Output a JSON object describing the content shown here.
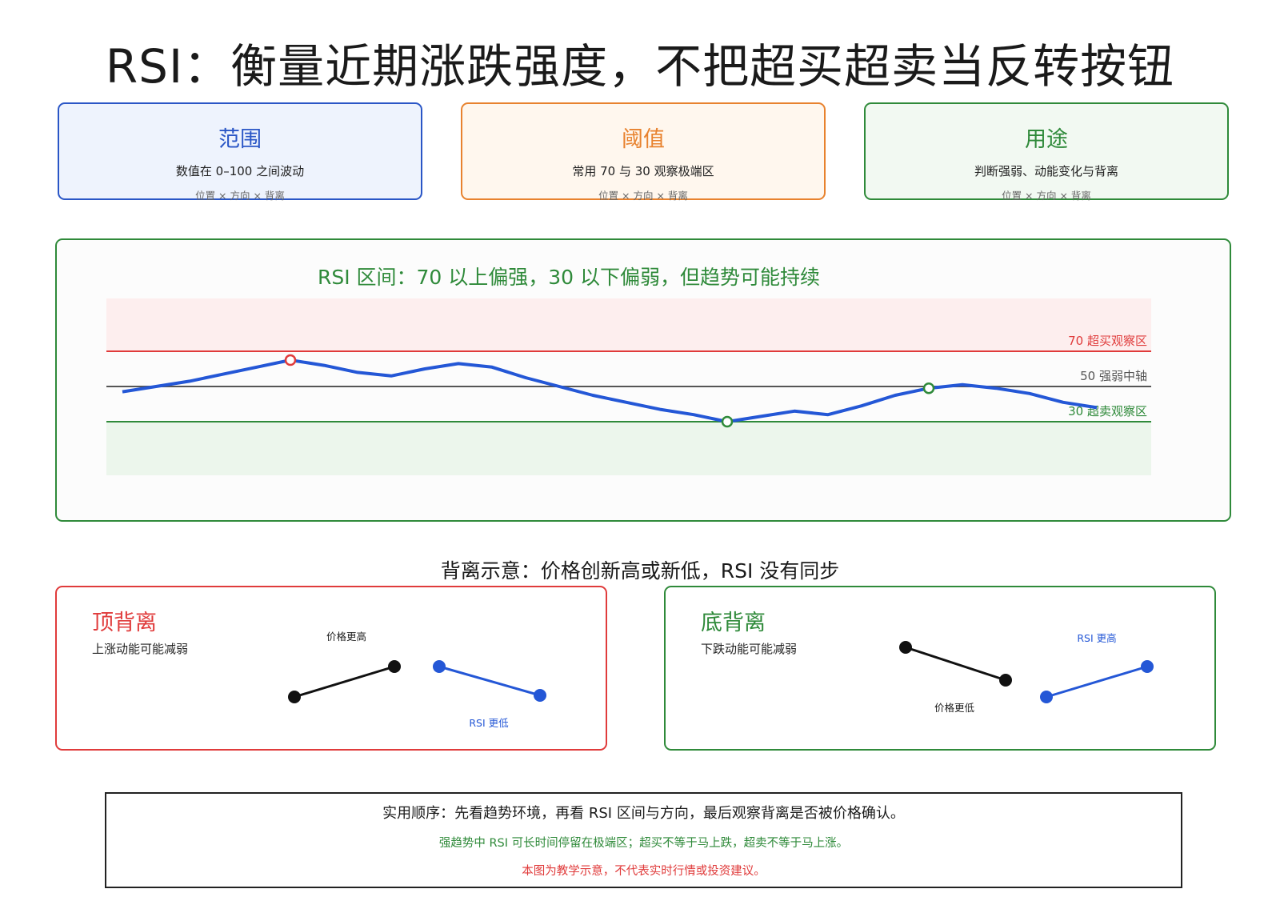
{
  "title": "RSI：衡量近期涨跌强度，不把超买超卖当反转按钮",
  "cards": [
    {
      "title": "范围",
      "desc": "数值在 0–100 之间波动",
      "sub": "位置 × 方向 × 背离"
    },
    {
      "title": "阈值",
      "desc": "常用 70 与 30 观察极端区",
      "sub": "位置 × 方向 × 背离"
    },
    {
      "title": "用途",
      "desc": "判断强弱、动能变化与背离",
      "sub": "位置 × 方向 × 背离"
    }
  ],
  "colors": {
    "blue": "#2a56c6",
    "orange": "#e8822e",
    "green": "#2f8a3a",
    "red": "#e03b3b",
    "line": "#2457d6"
  },
  "chart_data": {
    "type": "line",
    "title": "RSI 区间：70 以上偏强，30 以下偏弱，但趋势可能持续",
    "ylim": [
      20,
      85
    ],
    "x": [
      0,
      1,
      2,
      3,
      4,
      5,
      6,
      7,
      8,
      9,
      10,
      11,
      12,
      13,
      14,
      15,
      16,
      17,
      18,
      19,
      20,
      21,
      22,
      23,
      24,
      25,
      26,
      27,
      28,
      29
    ],
    "series": [
      {
        "values": [
          47,
          50,
          53,
          57,
          61,
          65,
          62,
          58,
          56,
          60,
          63,
          61,
          55,
          50,
          45,
          41,
          37,
          34,
          30,
          33,
          36,
          34,
          39,
          45,
          49,
          51,
          49,
          46,
          41,
          38
        ]
      }
    ],
    "levels": [
      {
        "value": 70,
        "label": "70 超买观察区"
      },
      {
        "value": 50,
        "label": "50 强弱中轴"
      },
      {
        "value": 30,
        "label": "30 超卖观察区"
      }
    ],
    "highlighted": [
      5,
      18,
      24
    ]
  },
  "divergence": {
    "heading": "背离示意：价格创新高或新低，RSI 没有同步",
    "top": {
      "title": "顶背离",
      "desc": "上涨动能可能减弱",
      "price_label": "价格更高",
      "rsi_label": "RSI 更低"
    },
    "bottom": {
      "title": "底背离",
      "desc": "下跌动能可能减弱",
      "price_label": "价格更低",
      "rsi_label": "RSI 更高"
    }
  },
  "notes": {
    "main": "实用顺序：先看趋势环境，再看 RSI 区间与方向，最后观察背离是否被价格确认。",
    "green": "强趋势中 RSI 可长时间停留在极端区；超买不等于马上跌，超卖不等于马上涨。",
    "red": "本图为教学示意，不代表实时行情或投资建议。"
  }
}
